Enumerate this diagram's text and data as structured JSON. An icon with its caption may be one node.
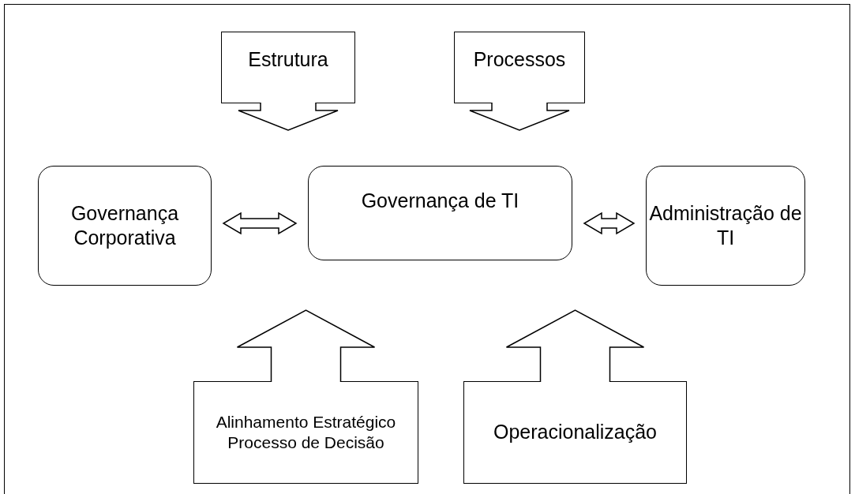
{
  "diagram": {
    "nodes": [
      {
        "text": [
          "Estrutura"
        ]
      },
      {
        "text": [
          "Processos"
        ]
      },
      {
        "text": [
          "Governança Corporativa"
        ]
      },
      {
        "text": [
          "Governança de TI"
        ]
      },
      {
        "text": [
          "Administração de TI"
        ]
      },
      {
        "text": [
          "Alinhamento Estratégico Processo de Decisão"
        ]
      },
      {
        "text": [
          "Operacionalização"
        ]
      }
    ],
    "edges": [
      {
        "from": 0,
        "to": 3,
        "arrow": "to"
      },
      {
        "from": 1,
        "to": 3,
        "arrow": "to"
      },
      {
        "from": 2,
        "to": 3,
        "arrow": "both"
      },
      {
        "from": 3,
        "to": 4,
        "arrow": "both"
      },
      {
        "from": 5,
        "to": 3,
        "arrow": "to"
      },
      {
        "from": 6,
        "to": 3,
        "arrow": "to"
      }
    ]
  }
}
